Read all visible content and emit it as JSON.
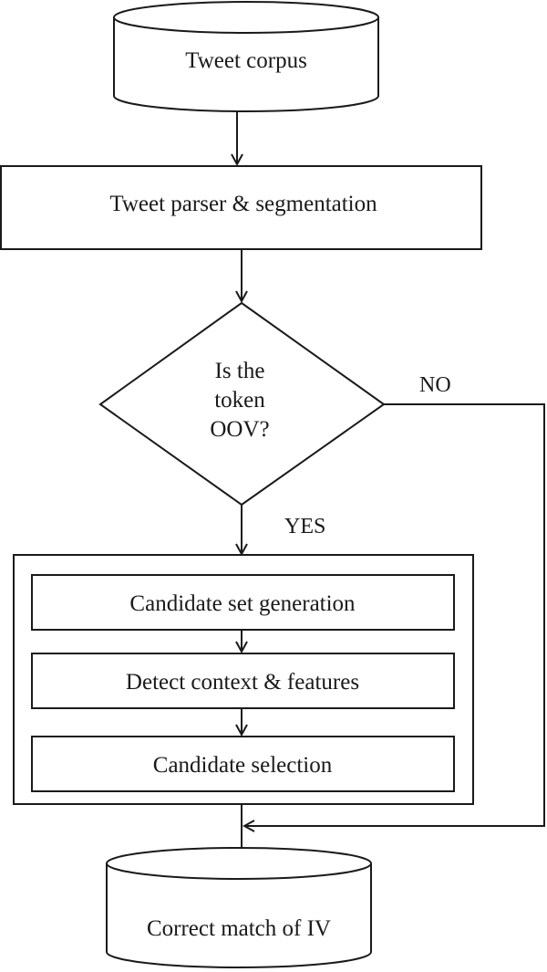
{
  "diagram": {
    "input_store": {
      "label": "Tweet corpus"
    },
    "parser": {
      "label": "Tweet parser & segmentation"
    },
    "decision": {
      "lines": [
        "Is the",
        "token",
        "OOV?"
      ]
    },
    "edges": {
      "yes_label": "YES",
      "no_label": "NO"
    },
    "module": {
      "steps": [
        {
          "label": "Candidate set generation"
        },
        {
          "label": "Detect context & features"
        },
        {
          "label": "Candidate selection"
        }
      ]
    },
    "output_store": {
      "label": "Correct match of IV"
    }
  }
}
